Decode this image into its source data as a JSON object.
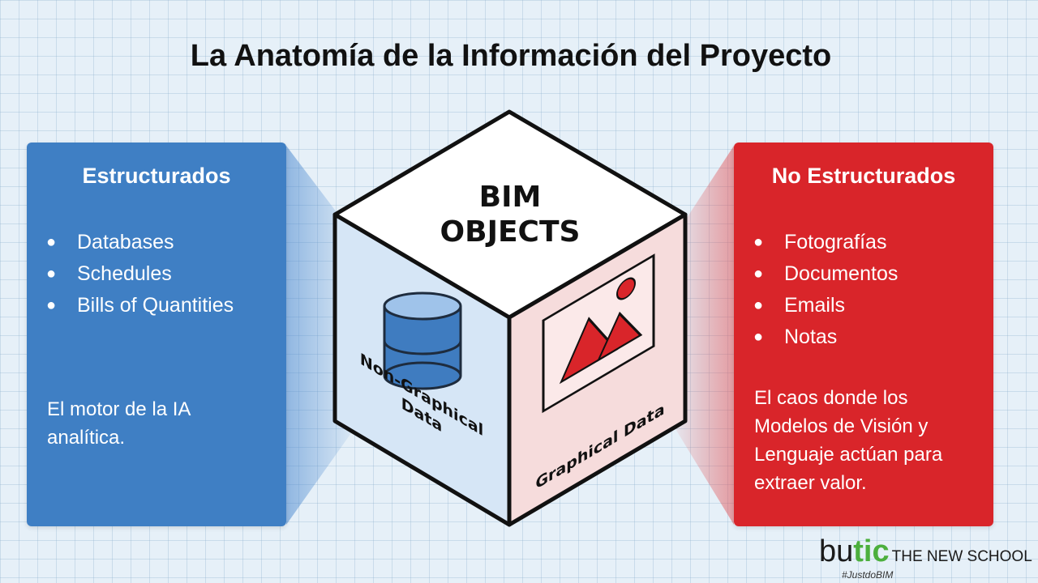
{
  "title": "La Anatomía de la Información del Proyecto",
  "cube": {
    "top_label_line1": "BIM",
    "top_label_line2": "OBJECTS",
    "left_face_line1": "Non-Graphical",
    "left_face_line2": "Data",
    "right_face_label": "Graphical Data",
    "left_face_icon": "database-icon",
    "right_face_icon": "image-icon"
  },
  "left_panel": {
    "heading": "Estructurados",
    "items": [
      "Databases",
      "Schedules",
      "Bills of Quantities"
    ],
    "description": "El motor de la IA analítica.",
    "color": "#3f7fc4"
  },
  "right_panel": {
    "heading": "No Estructurados",
    "items": [
      "Fotografías",
      "Documentos",
      "Emails",
      "Notas"
    ],
    "description": "El caos donde los Modelos de Visión y Lenguaje actúan para extraer valor.",
    "color": "#d9252a"
  },
  "bullet_glyph": "●",
  "logo": {
    "part1": "bu",
    "part2": "tic",
    "part3": "THE NEW SCHOOL",
    "tagline": "#JustdoBIM"
  }
}
